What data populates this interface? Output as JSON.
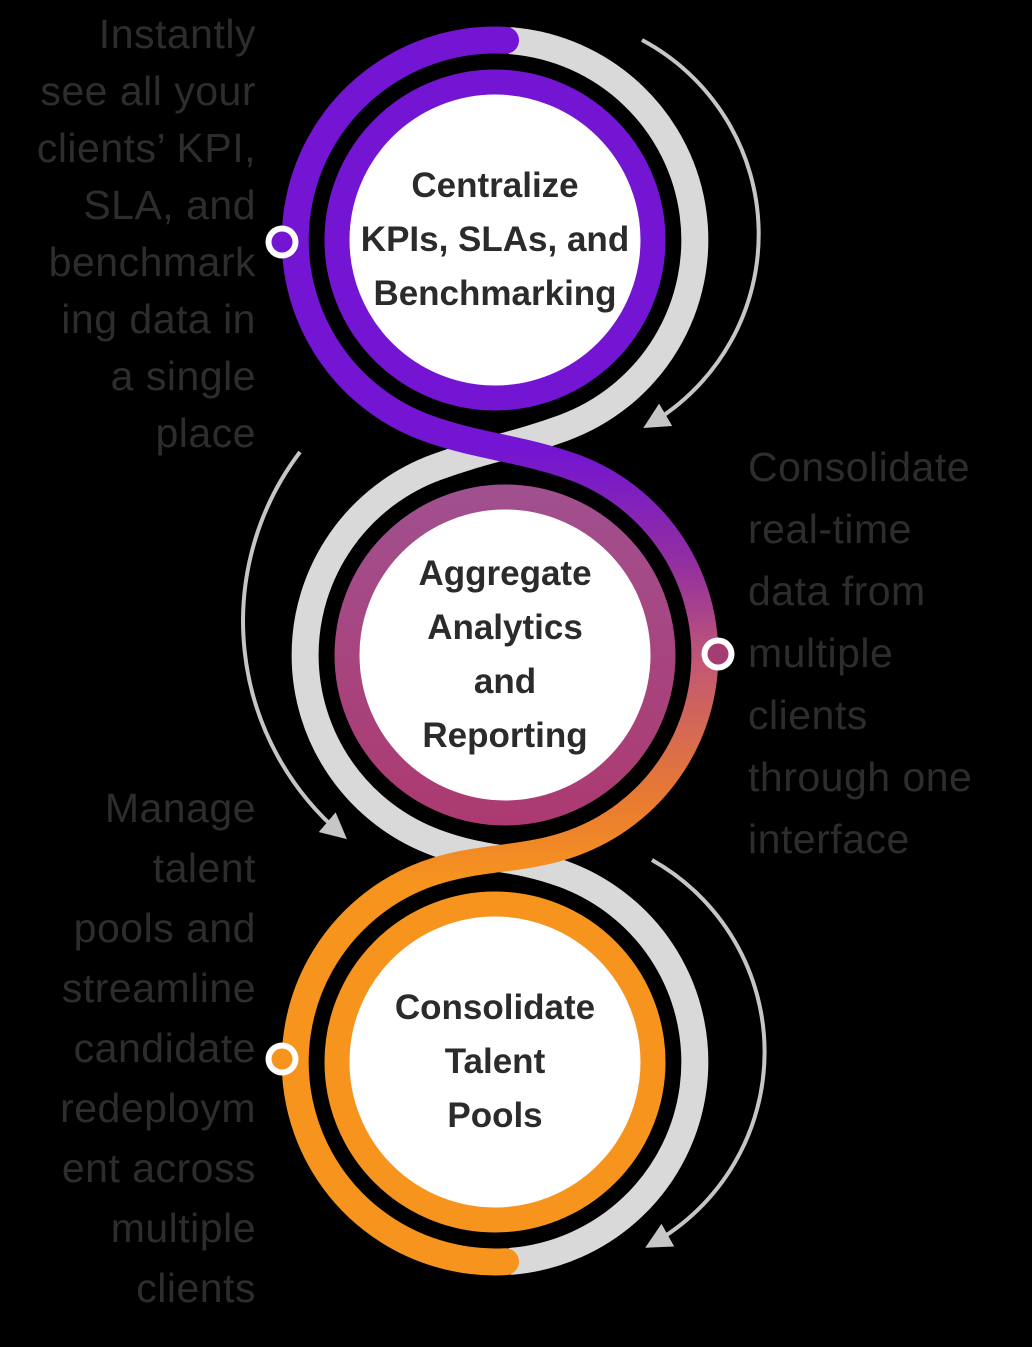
{
  "title": "Client data consolidation infographic",
  "colors": {
    "background": "#000000",
    "purple": "#7315D2",
    "magenta_mid": "#C25874",
    "purple_magenta": "#93309F",
    "orange_blend": "#E87A32",
    "orange": "#F7941D",
    "inner_ring_mid_top": "#A1508F",
    "inner_ring_mid_bottom": "#AC3A70",
    "dot_mid_fill": "#A63D72",
    "ribbon_gray": "#D9D9D9",
    "arrow_gray": "#C6C6C6",
    "disc_fill": "#FFFFFF",
    "side_text": "#2d2d2d",
    "label_text": "#2b2b2b"
  },
  "diagram": {
    "items": [
      {
        "id": "centralize",
        "circle_label": "Centralize\nKPIs, SLAs, and\nBenchmarking",
        "side": "left",
        "side_text": "Instantly\nsee all your\nclients’ KPI,\nSLA, and\nbenchmark\ning data in\na single\nplace"
      },
      {
        "id": "aggregate",
        "circle_label": "Aggregate\nAnalytics\nand\nReporting",
        "side": "right",
        "side_text": "Consolidate\nreal-time\ndata from\nmultiple\nclients\nthrough one\ninterface"
      },
      {
        "id": "consolidate",
        "circle_label": "Consolidate\nTalent\nPools",
        "side": "left",
        "side_text": "Manage\ntalent\npools and\nstreamline\ncandidate\nredeploym\nent across\nmultiple\nclients"
      }
    ]
  }
}
